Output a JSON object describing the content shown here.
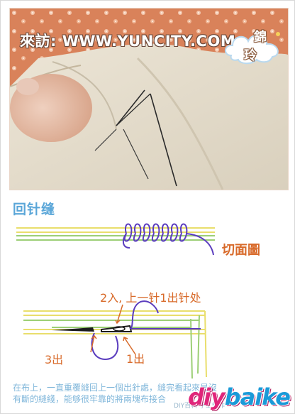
{
  "photo": {
    "watermark_url": "來訪: WWW.YUNCITY.COM",
    "badge_chars": [
      "錦",
      "玲"
    ]
  },
  "heading": "回针缝",
  "diagram": {
    "label_cut": "切面圖",
    "label_in": "2入, 上一针1出针处",
    "label_out3": "3出",
    "label_out1": "1出"
  },
  "bottom_text": {
    "line1": "在布上，一直重覆縫回上一個出針處，縫完看起來是沒",
    "line2": "有斷的縫綫，能够很牢靠的將兩塊布接合"
  },
  "logo": {
    "text_part1": "diy",
    "text_part2": "baike",
    "small_text": "DIY百科·手工制作"
  },
  "colors": {
    "heading_blue": "#5aa6d8",
    "thread_purple": "#5a3cbe",
    "fabric_yellow": "#f2e98a",
    "fabric_green": "#9ccf76",
    "note_orange": "#d86a2a",
    "logo_pink": "#e0267a"
  }
}
